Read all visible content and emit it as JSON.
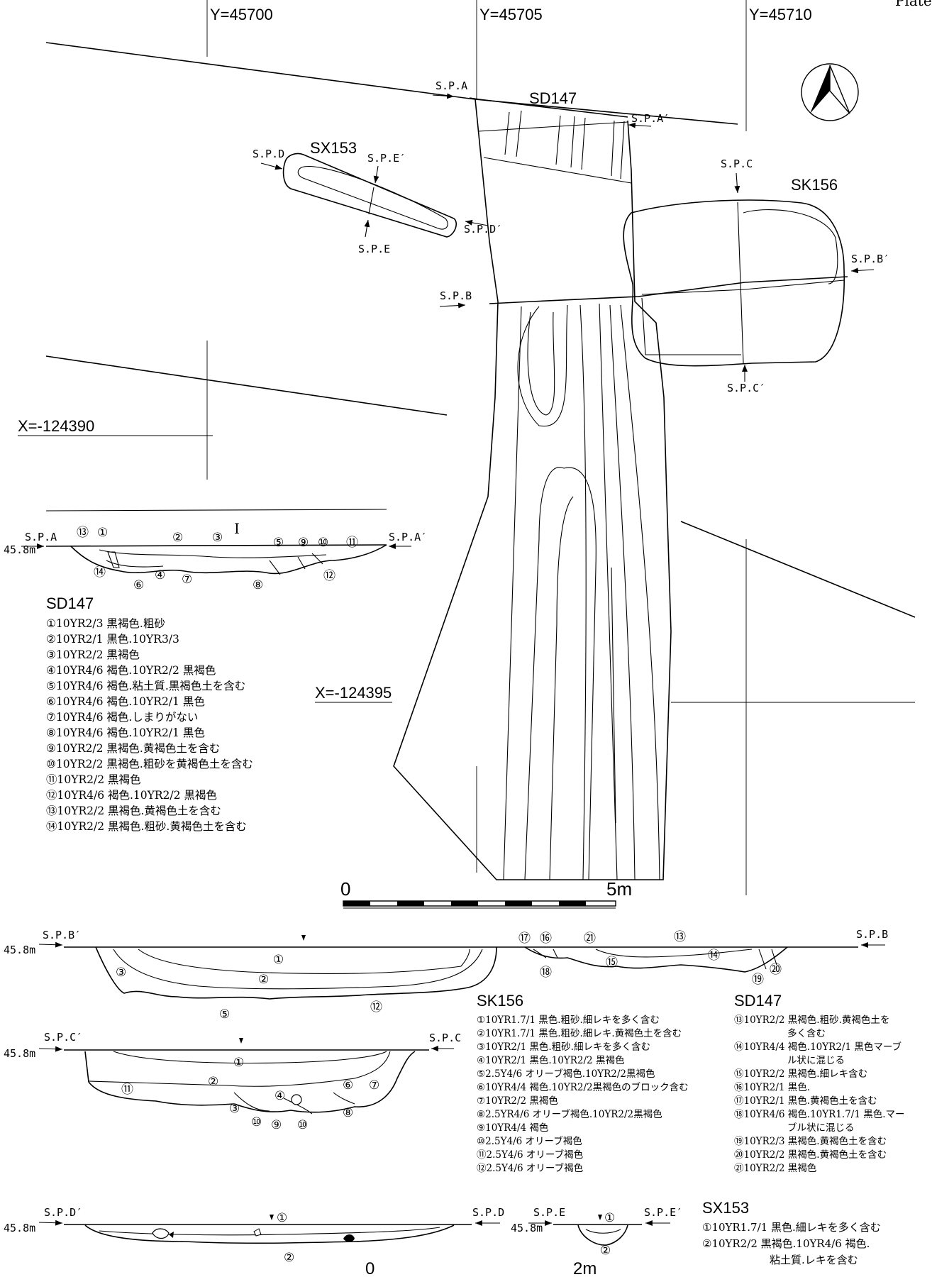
{
  "plate": "Plate",
  "grid": {
    "y1": "Y=45700",
    "y2": "Y=45705",
    "y3": "Y=45710",
    "x1": "X=-124390",
    "x2": "X=-124395"
  },
  "plan": {
    "sd147": "SD147",
    "sx153": "SX153",
    "sk156": "SK156",
    "spa": "S.P.A",
    "spa2": "S.P.A′",
    "spb": "S.P.B",
    "spb2": "S.P.B′",
    "spc": "S.P.C",
    "spc2": "S.P.C′",
    "spd": "S.P.D",
    "spd2": "S.P.D′",
    "spe": "S.P.E",
    "spe2": "S.P.E′"
  },
  "scale_big": {
    "zero": "0",
    "five": "5m"
  },
  "scale_small": {
    "zero": "0",
    "two": "2m"
  },
  "elev": "45.8m",
  "sec_a": {
    "left": "S.P.A",
    "right": "S.P.A′",
    "mark": "I",
    "n13": "⑬",
    "n1": "①",
    "n2": "②",
    "n3": "③",
    "n5": "⑤",
    "n9": "⑨",
    "n10": "⑩",
    "n11": "⑪",
    "n14": "⑭",
    "n6": "⑥",
    "n4": "④",
    "n7": "⑦",
    "n8": "⑧",
    "n12": "⑫"
  },
  "legend_sd147_a": {
    "title": "SD147",
    "items": [
      "①10YR2/3 黒褐色.粗砂",
      "②10YR2/1 黒色.10YR3/3",
      "③10YR2/2 黒褐色",
      "④10YR4/6 褐色.10YR2/2 黒褐色",
      "⑤10YR4/6 褐色.粘土質.黒褐色土を含む",
      "⑥10YR4/6 褐色.10YR2/1 黒色",
      "⑦10YR4/6 褐色.しまりがない",
      "⑧10YR4/6 褐色.10YR2/1 黒色",
      "⑨10YR2/2 黒褐色.黄褐色土を含む",
      "⑩10YR2/2 黒褐色.粗砂を黄褐色土を含む",
      "⑪10YR2/2 黒褐色",
      "⑫10YR4/6 褐色.10YR2/2 黒褐色",
      "⑬10YR2/2 黒褐色.黄褐色土を含む",
      "⑭10YR2/2 黒褐色.粗砂.黄褐色土を含む"
    ]
  },
  "sec_b": {
    "left": "S.P.B′",
    "right": "S.P.B",
    "n1": "①",
    "n2": "②",
    "n3": "③",
    "n5": "⑤",
    "n12": "⑫",
    "n17": "⑰",
    "n16": "⑯",
    "n21": "㉑",
    "n13": "⑬",
    "n18": "⑱",
    "n15": "⑮",
    "n14": "⑭",
    "n19": "⑲",
    "n20": "⑳"
  },
  "sec_c": {
    "left": "S.P.C′",
    "right": "S.P.C",
    "n1": "①",
    "n2": "②",
    "n11": "⑪",
    "n3": "③",
    "n4": "④",
    "n6": "⑥",
    "n7": "⑦",
    "n8": "⑧",
    "n10a": "⑩",
    "n9": "⑨",
    "n10b": "⑩"
  },
  "legend_sk156": {
    "title": "SK156",
    "items": [
      "①10YR1.7/1 黒色.粗砂.細レキを多く含む",
      "②10YR1.7/1 黒色.粗砂.細レキ.黄褐色土を含む",
      "③10YR2/1 黒色.粗砂.細レキを多く含む",
      "④10YR2/1 黒色.10YR2/2 黒褐色",
      "⑤2.5Y4/6 オリーブ褐色.10YR2/2黒褐色",
      "⑥10YR4/4 褐色.10YR2/2黒褐色のブロック含む",
      "⑦10YR2/2 黒褐色",
      "⑧2.5YR4/6 オリーブ褐色.10YR2/2黒褐色",
      "⑨10YR4/4 褐色",
      "⑩2.5Y4/6 オリーブ褐色",
      "⑪2.5Y4/6 オリーブ褐色",
      "⑫2.5Y4/6 オリーブ褐色"
    ]
  },
  "legend_sd147_b": {
    "title": "SD147",
    "items": [
      "⑬10YR2/2 黒褐色.粗砂.黄褐色土を",
      "多く含む",
      "⑭10YR4/4 褐色.10YR2/1 黒色マーブ",
      "ル状に混じる",
      "⑮10YR2/2 黒褐色.細レキ含む",
      "⑯10YR2/1 黒色.",
      "⑰10YR2/1 黒色.黄褐色土を含む",
      "⑱10YR4/6 褐色.10YR1.7/1 黒色.マー",
      "ブル状に混じる",
      "⑲10YR2/3 黒褐色.黄褐色土を含む",
      "⑳10YR2/2 黒褐色.黄褐色土を含む",
      "㉑10YR2/2 黒褐色"
    ]
  },
  "sec_d": {
    "left": "S.P.D′",
    "right": "S.P.D",
    "n1": "①",
    "n2": "②"
  },
  "sec_e": {
    "left": "S.P.E",
    "right": "S.P.E′",
    "n1": "①",
    "n2": "②"
  },
  "legend_sx153": {
    "title": "SX153",
    "items": [
      "①10YR1.7/1 黒色.細レキを多く含む",
      "②10YR2/2 黒褐色.10YR4/6 褐色.",
      "粘土質.レキを含む"
    ]
  }
}
